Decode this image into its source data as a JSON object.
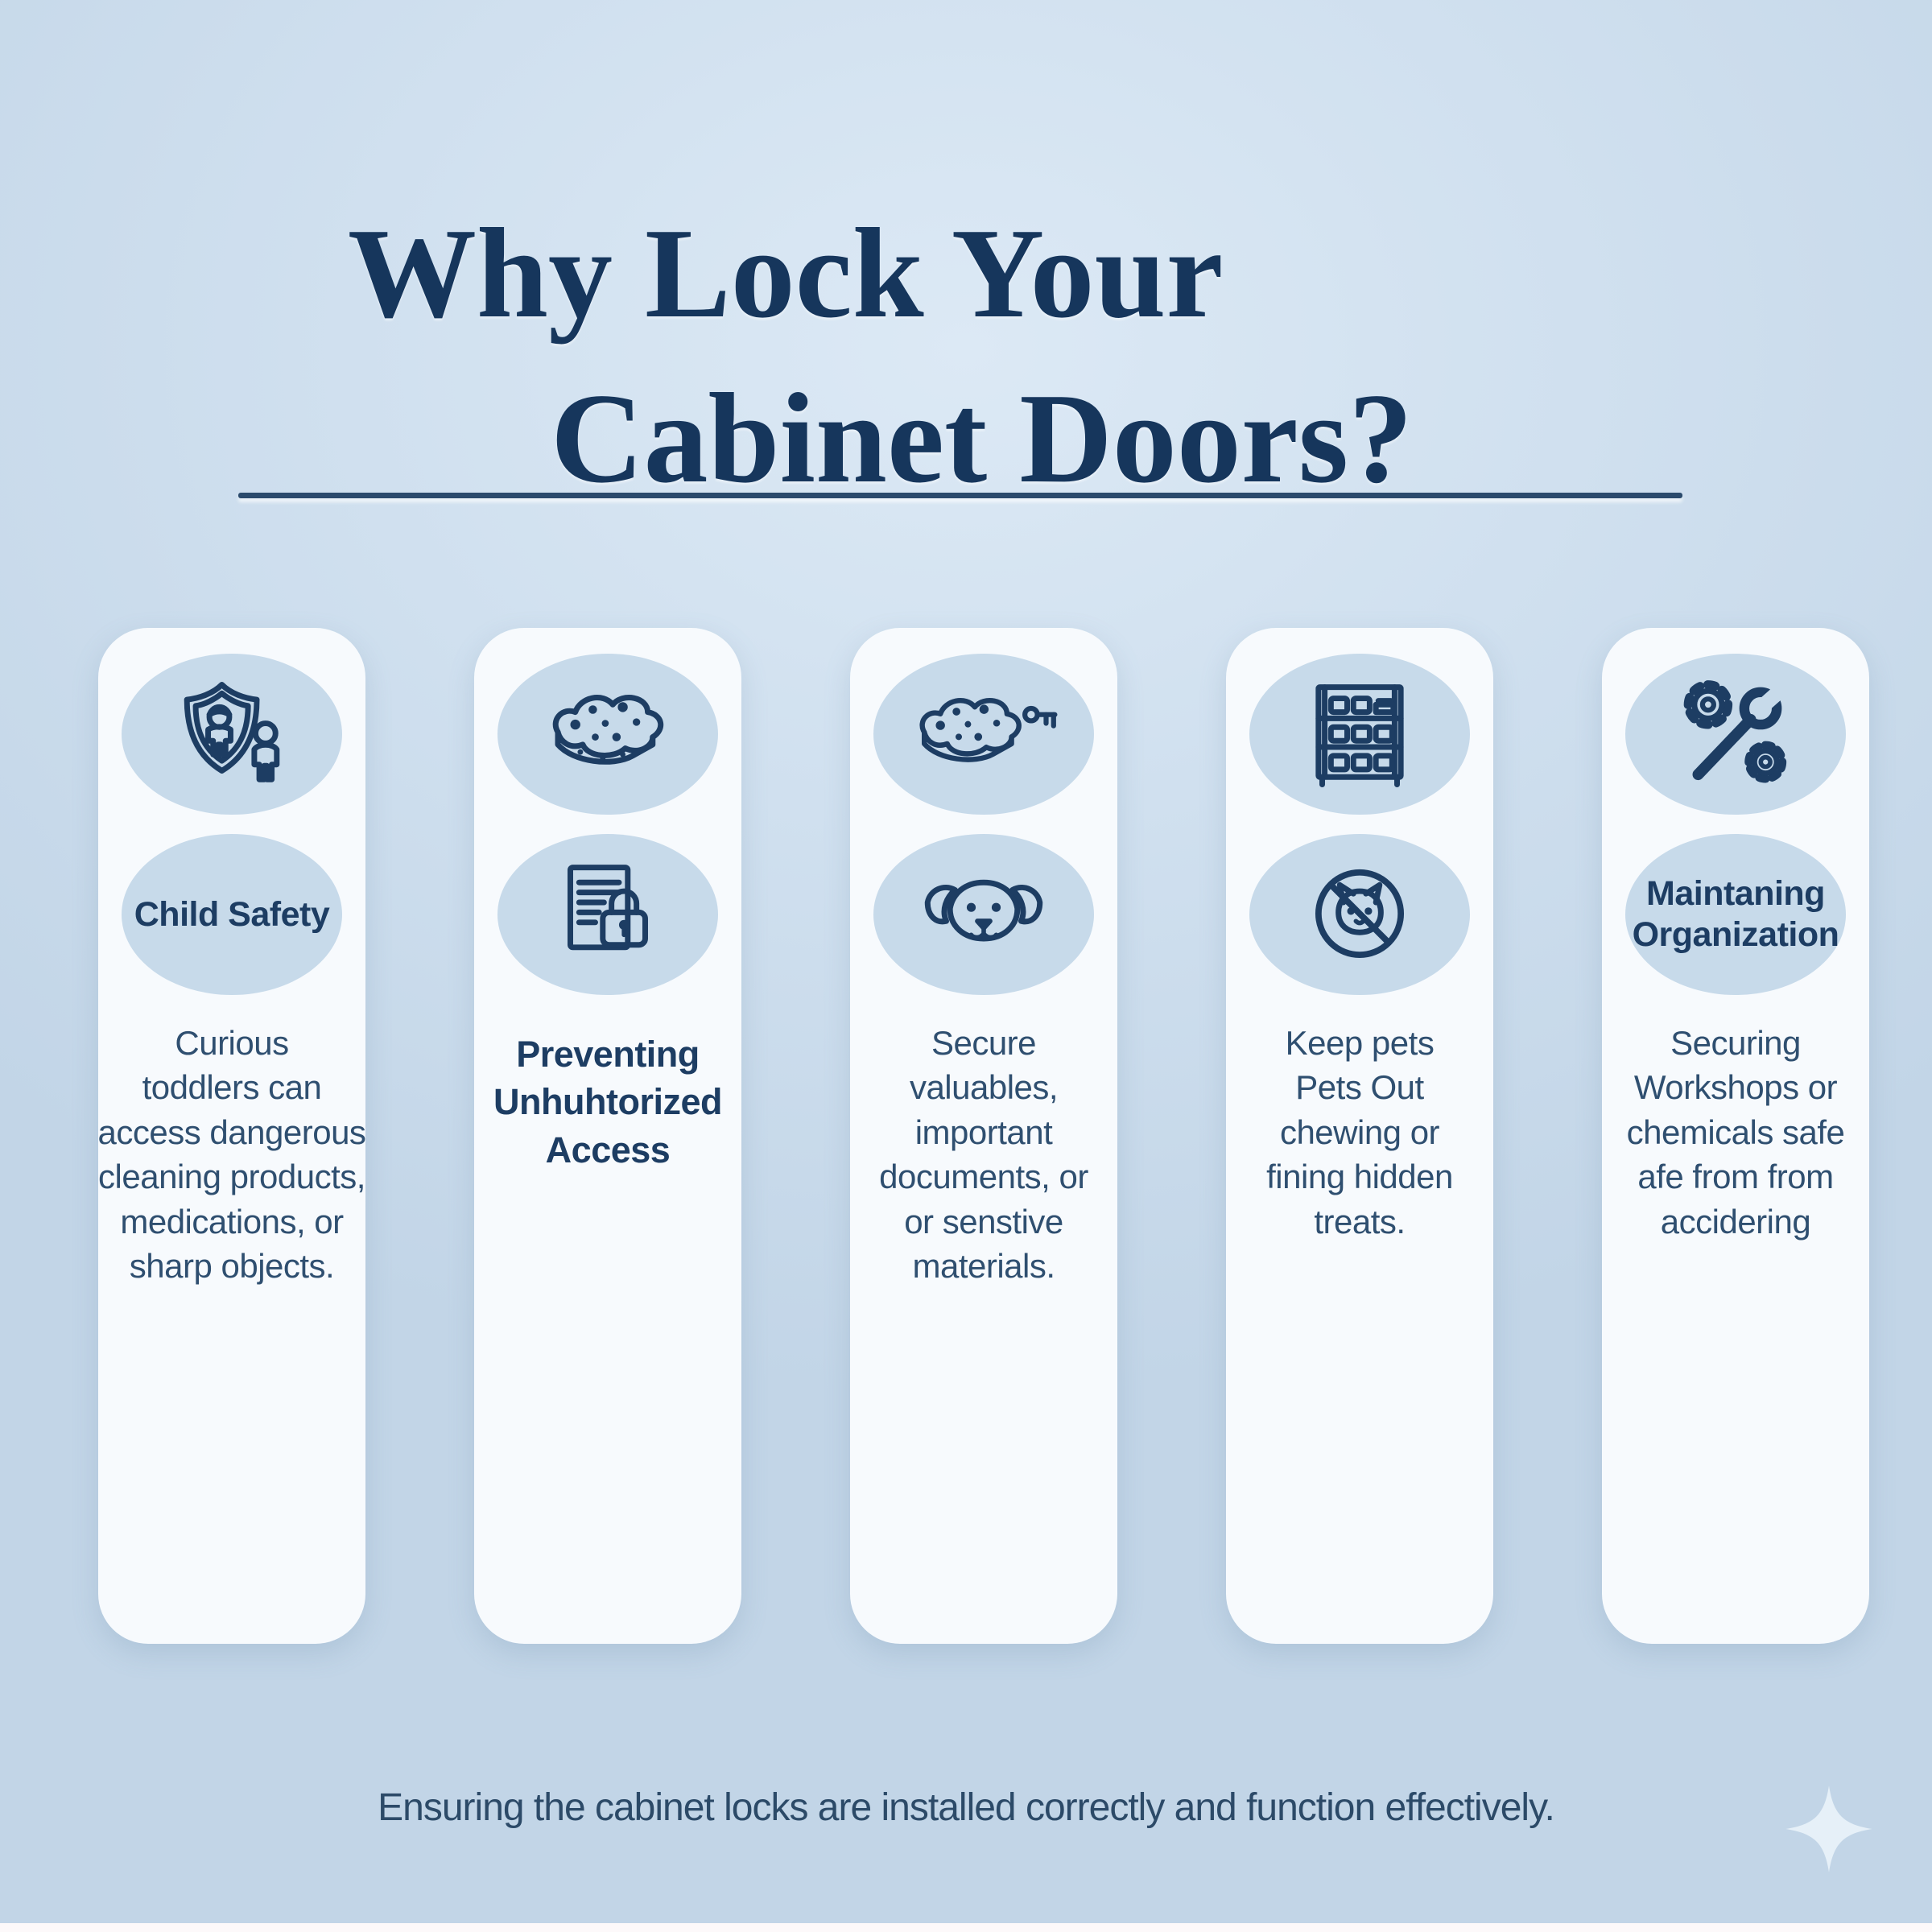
{
  "title": {
    "line1": "Why Lock Your",
    "line2": "Cabinet Doors?"
  },
  "cards": [
    {
      "id": "child-safety",
      "icons": [
        "shield-child-icon"
      ],
      "label": "Child Safety",
      "body": "Curious\ntoddlers can\naccess dangerous\ncleaning products,\nmedications, or\nsharp objects."
    },
    {
      "id": "preventing-unauthorized-access",
      "icons": [
        "sponge-icon",
        "document-lock-icon"
      ],
      "body": "Preventing\nUnhuhtorized\nAccess"
    },
    {
      "id": "secure-valuables",
      "icons": [
        "sponge-key-icon",
        "dog-face-icon"
      ],
      "body": "Secure\nvaluables,\nimportant\ndocuments, or\nor senstive\nmaterials."
    },
    {
      "id": "keep-pets-out",
      "icons": [
        "cabinet-shelf-icon",
        "no-cat-icon"
      ],
      "body": "Keep pets\nPets Out\nchewing or\nfining hidden\ntreats."
    },
    {
      "id": "maintaining-organization",
      "icons": [
        "gears-wrench-icon"
      ],
      "label": "Maintaning\nOrganization",
      "body": "Securing\nWorkshops or\nchemicals safe\nafe from from\naccidering"
    }
  ],
  "footer": {
    "caption": "Ensuring the cabinet locks are installed correctly and function effectively."
  },
  "colors": {
    "background": "#d0e0ef",
    "card": "#f7fafd",
    "icon_oval": "#c7daea",
    "title_text": "#16365c",
    "body_text": "#2f4f70",
    "accent_navy": "#1d3d63",
    "divider": "#2b4a6c",
    "sparkle": "#e6f0f8"
  }
}
